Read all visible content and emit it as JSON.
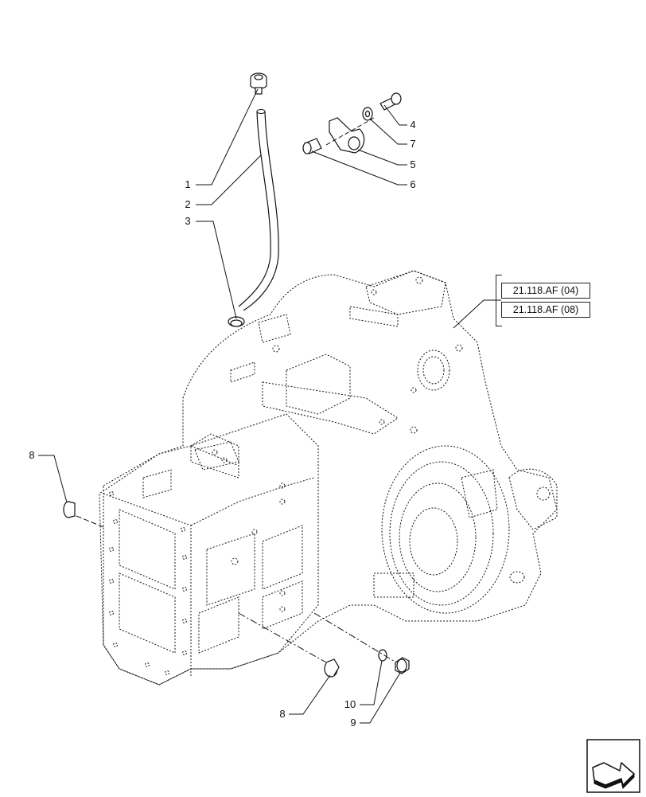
{
  "diagram": {
    "callouts": [
      "1",
      "2",
      "3",
      "4",
      "7",
      "5",
      "6",
      "8",
      "8",
      "10",
      "9"
    ],
    "references": [
      "21.118.AF (04)",
      "21.118.AF (08)"
    ]
  },
  "navigation": {
    "icon": "next-page-arrow-icon"
  }
}
